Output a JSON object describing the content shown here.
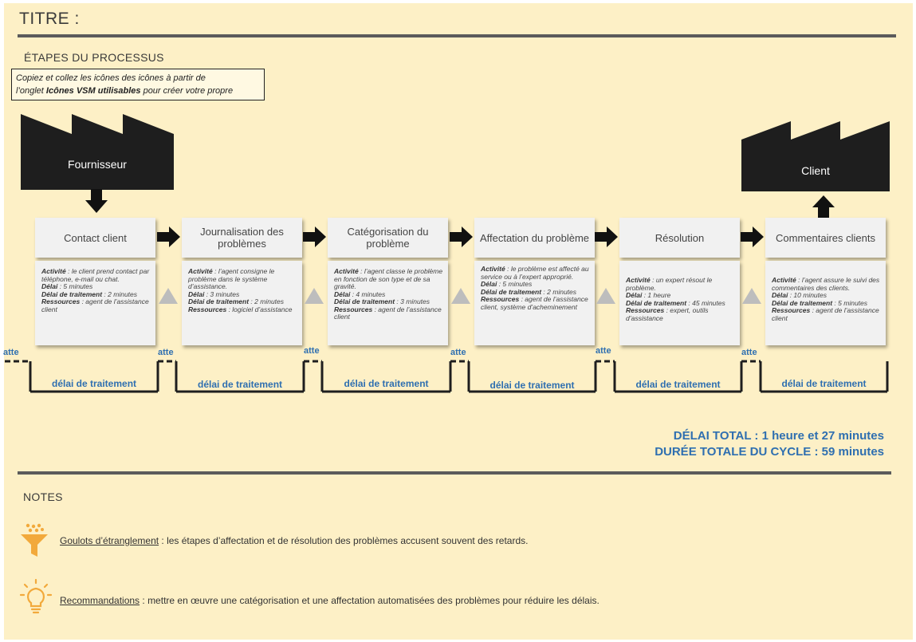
{
  "header": {
    "title": "TITRE :"
  },
  "process": {
    "heading": "ÉTAPES DU PROCESSUS",
    "instruction": {
      "line1": "Copiez et collez les icônes des icônes à partir de",
      "line2_pre": "l’onglet ",
      "line2_bold": "Icônes VSM utilisables",
      "line2_post": " pour créer votre propre"
    },
    "supplier": "Fournisseur",
    "customer": "Client",
    "labels": {
      "activity": "Activité",
      "delay": "Délai",
      "processing": "Délai de traitement",
      "resources": "Ressources"
    },
    "steps": [
      {
        "name": "Contact client",
        "activity": "le client prend contact par téléphone, e-mail ou chat.",
        "delay": "5 minutes",
        "processing": "2 minutes",
        "resources": "agent de l’assistance client"
      },
      {
        "name": "Journalisation des problèmes",
        "activity": "l’agent consigne le problème dans le système d’assistance.",
        "delay": "3 minutes",
        "processing": "2 minutes",
        "resources": "logiciel d’assistance"
      },
      {
        "name": "Catégorisation du problème",
        "activity": "l’agent classe le problème en fonction de son type et de sa gravité.",
        "delay": "4 minutes",
        "processing": "3 minutes",
        "resources": "agent de l’assistance client"
      },
      {
        "name": "Affectation du problème",
        "activity": "le problème est affecté au service ou à l’expert approprié.",
        "delay": "5 minutes",
        "processing": "2 minutes",
        "resources": "agent de l’assistance client, système d’acheminement"
      },
      {
        "name": "Résolution",
        "activity": "un expert résout le problème.",
        "delay": "1 heure",
        "processing": "45 minutes",
        "resources": "expert, outils d’assistance"
      },
      {
        "name": "Commentaires clients",
        "activity": "l’agent assure le suivi des commentaires des clients.",
        "delay": "10 minutes",
        "processing": "5 minutes",
        "resources": "agent de l’assistance client"
      }
    ],
    "timeline": {
      "wait_label": "atte",
      "processing_label": "délai de traitement"
    },
    "totals": {
      "lead_time": "DÉLAI TOTAL : 1 heure et 27 minutes",
      "cycle_time": "DURÉE TOTALE DU CYCLE : 59 minutes"
    }
  },
  "notes": {
    "heading": "NOTES",
    "bottleneck_label": "Goulots d’étranglement",
    "bottleneck_text": " : les étapes d’affectation et de résolution des problèmes accusent souvent des retards.",
    "recommendation_label": "Recommandations",
    "recommendation_text": " :  mettre en œuvre une catégorisation et une affectation automatisées des problèmes pour réduire les délais."
  },
  "colors": {
    "background": "#fdf0c6",
    "accent": "#2f6fb0",
    "factory": "#1e1e1e",
    "icon": "#f2a93b"
  }
}
